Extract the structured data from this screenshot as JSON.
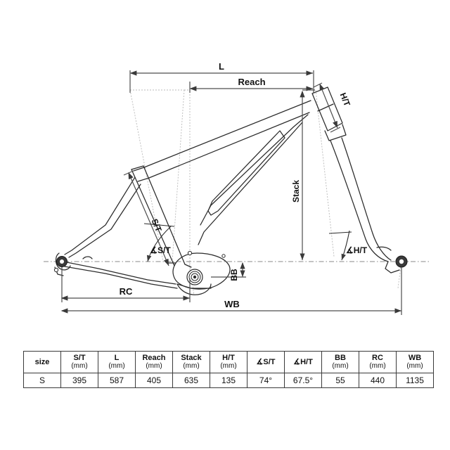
{
  "diagram": {
    "name": "bicycle-frame-geometry-diagram",
    "labels": {
      "length": "L",
      "reach": "Reach",
      "head_tube": "H/T",
      "stack": "Stack",
      "seat_tube": "S/T",
      "seat_tube_angle": "∡S/T",
      "head_tube_angle": "∡H/T",
      "bottom_bracket_drop": "BB",
      "rear_center": "RC",
      "wheelbase": "WB"
    },
    "colors": {
      "outline": "#2b2b2b",
      "dimension": "#4d4d4d",
      "centerline": "#8a8a8a",
      "construction": "#b0b0b0",
      "hub_fill": "#3a3a3a",
      "background": "#ffffff"
    }
  },
  "table": {
    "name": "geometry-table",
    "headers": [
      {
        "label": "size",
        "unit": ""
      },
      {
        "label": "S/T",
        "unit": "(mm)"
      },
      {
        "label": "L",
        "unit": "(mm)"
      },
      {
        "label": "Reach",
        "unit": "(mm)"
      },
      {
        "label": "Stack",
        "unit": "(mm)"
      },
      {
        "label": "H/T",
        "unit": "(mm)"
      },
      {
        "label": "∡S/T",
        "unit": ""
      },
      {
        "label": "∡H/T",
        "unit": ""
      },
      {
        "label": "BB",
        "unit": "(mm)"
      },
      {
        "label": "RC",
        "unit": "(mm)"
      },
      {
        "label": "WB",
        "unit": "(mm)"
      }
    ],
    "rows": [
      {
        "size": "S",
        "st": "395",
        "l": "587",
        "reach": "405",
        "stack": "635",
        "ht": "135",
        "st_angle": "74°",
        "ht_angle": "67.5°",
        "bb": "55",
        "rc": "440",
        "wb": "1135"
      }
    ]
  }
}
